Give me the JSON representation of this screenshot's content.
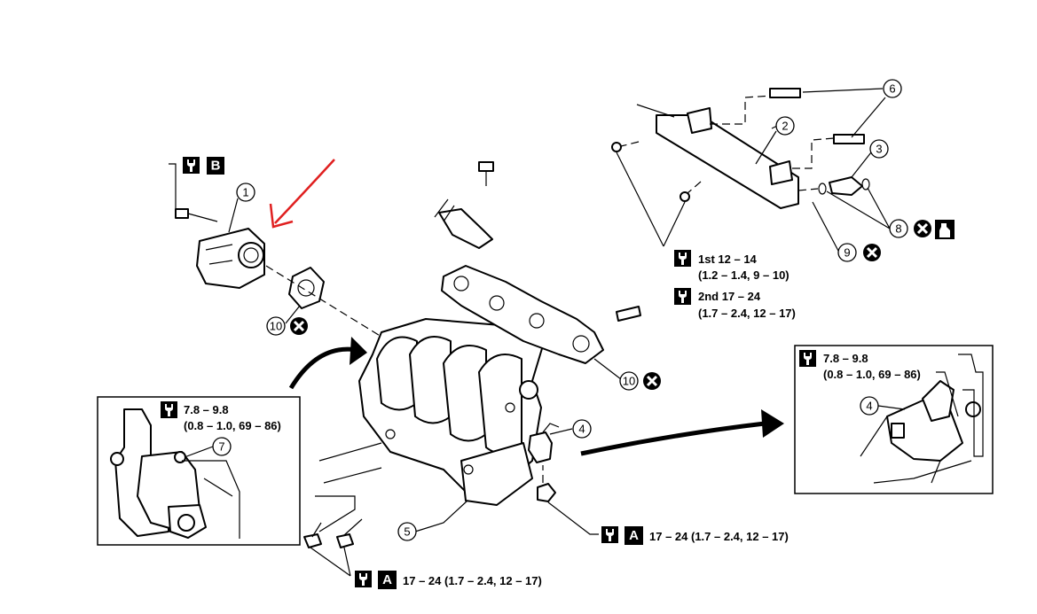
{
  "parts": {
    "p1": "1",
    "p2": "2",
    "p3": "3",
    "p4": "4",
    "p5": "5",
    "p6": "6",
    "p7": "7",
    "p8": "8",
    "p9": "9",
    "p10": "10"
  },
  "torque": {
    "fuel_rail_first": "1st 12 – 14",
    "fuel_rail_first_alt": "(1.2 – 1.4, 9 – 10)",
    "fuel_rail_second": "2nd 17 – 24",
    "fuel_rail_second_alt": "(1.7 – 2.4, 12 – 17)",
    "inset_left": "7.8 – 9.8",
    "inset_left_alt": "(0.8 – 1.0, 69 – 86)",
    "inset_right": "7.8 – 9.8",
    "inset_right_alt": "(0.8 – 1.0, 69 – 86)",
    "nut_a": "17 – 24 (1.7 – 2.4, 12 – 17)",
    "bolt_a": "17 – 24 (1.7 – 2.4, 12 – 17)"
  },
  "letters": {
    "a": "A",
    "b": "B"
  },
  "colors": {
    "annotation_arrow": "#e02020",
    "line": "#000000"
  },
  "icons": [
    "torque-wrench-icon",
    "do-not-reuse-icon",
    "lubricant-bottle-icon"
  ]
}
